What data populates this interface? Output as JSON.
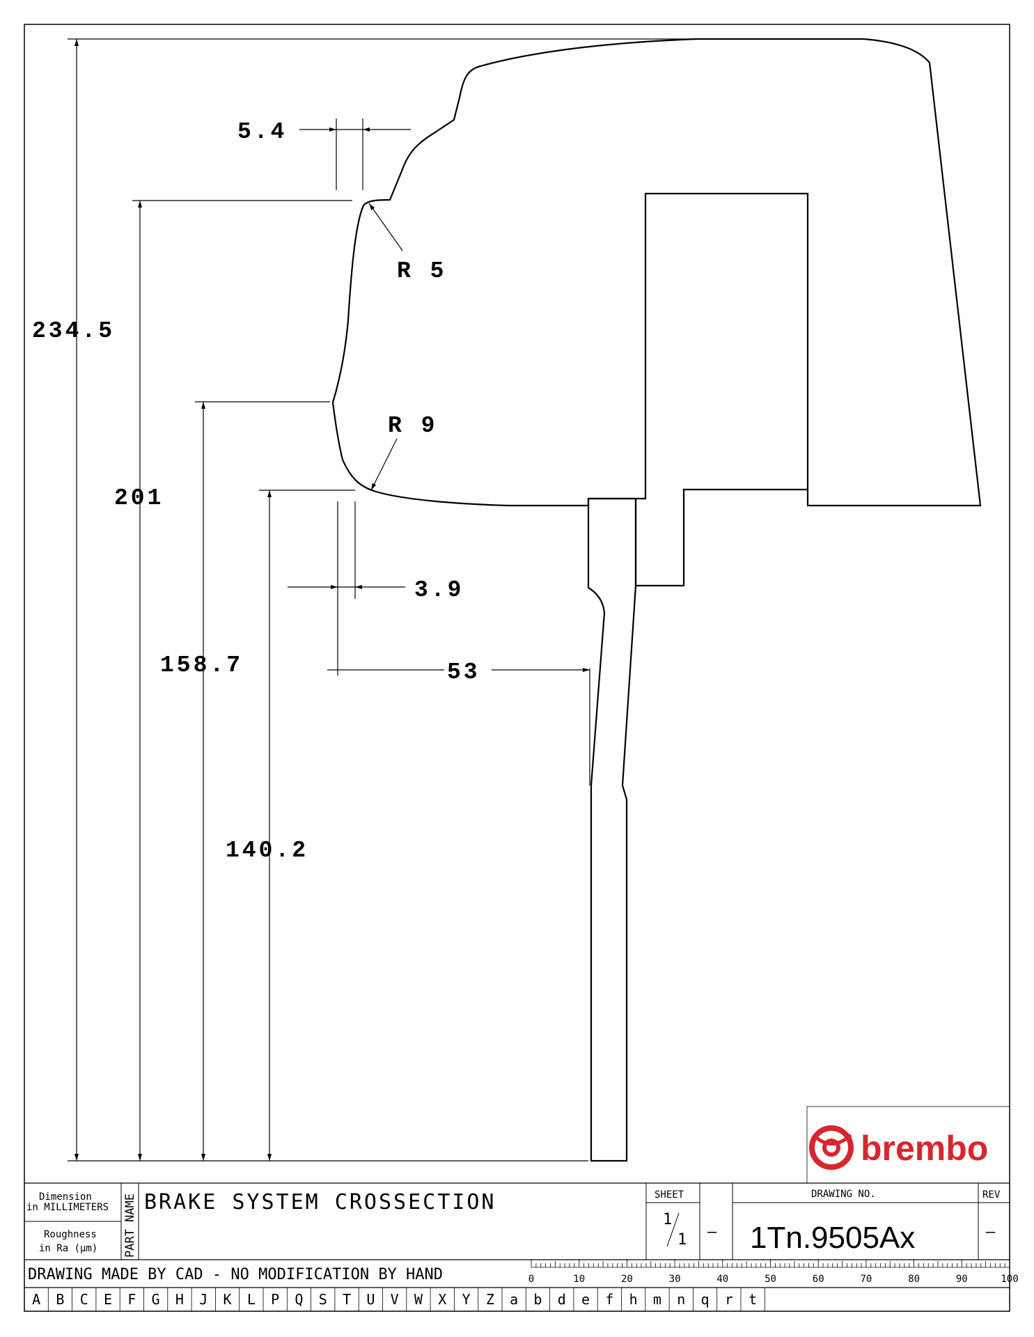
{
  "dimensions": {
    "overall_height": "234.5",
    "height_201": "201",
    "height_158": "158.7",
    "height_140": "140.2",
    "width_5_4": "5.4",
    "width_3_9": "3.9",
    "offset_53": "53",
    "radius_5": "R 5",
    "radius_9": "R 9"
  },
  "title_block": {
    "dimension_label_1": "Dimension",
    "dimension_label_2": "in MILLIMETERS",
    "roughness_label_1": "Roughness",
    "roughness_label_2": "in Ra (μm)",
    "part_name_label": "PART NAME",
    "part_name": "BRAKE SYSTEM CROSSECTION",
    "sheet_label": "SHEET",
    "sheet_num": "1",
    "sheet_total": "1",
    "sheet_dash": "—",
    "drawing_no_label": "DRAWING NO.",
    "drawing_no": "1Tn.9505Ax",
    "rev_label": "REV",
    "rev_value": "—",
    "cad_note": "DRAWING MADE BY CAD - NO MODIFICATION BY HAND",
    "brand": "brembo"
  },
  "ruler": {
    "labels": [
      "0",
      "10",
      "20",
      "30",
      "40",
      "50",
      "60",
      "70",
      "80",
      "90",
      "100"
    ]
  },
  "zones": [
    "A",
    "B",
    "C",
    "E",
    "F",
    "G",
    "H",
    "J",
    "K",
    "L",
    "P",
    "Q",
    "S",
    "T",
    "U",
    "V",
    "W",
    "X",
    "Y",
    "Z",
    "a",
    "b",
    "d",
    "e",
    "f",
    "h",
    "m",
    "n",
    "q",
    "r",
    "t"
  ]
}
